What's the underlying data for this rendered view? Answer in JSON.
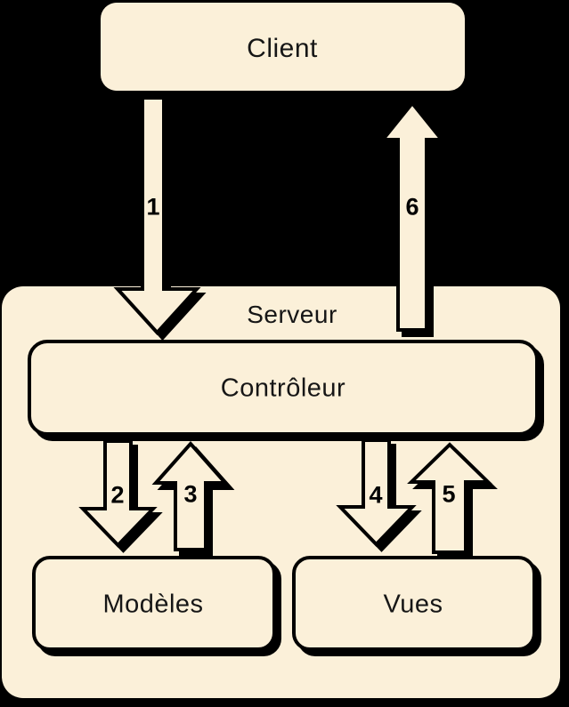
{
  "colors": {
    "background": "#000000",
    "box_fill": "#FBF0D9",
    "outline": "#000000",
    "text": "#161616"
  },
  "nodes": {
    "client": {
      "label": "Client"
    },
    "serveur": {
      "label": "Serveur"
    },
    "controleur": {
      "label": "Contrôleur"
    },
    "modeles": {
      "label": "Modèles"
    },
    "vues": {
      "label": "Vues"
    }
  },
  "arrows": [
    {
      "label": "1",
      "direction": "down",
      "from": "client",
      "to": "controleur"
    },
    {
      "label": "2",
      "direction": "down",
      "from": "controleur",
      "to": "modeles"
    },
    {
      "label": "3",
      "direction": "up",
      "from": "modeles",
      "to": "controleur"
    },
    {
      "label": "4",
      "direction": "down",
      "from": "controleur",
      "to": "vues"
    },
    {
      "label": "5",
      "direction": "up",
      "from": "vues",
      "to": "controleur"
    },
    {
      "label": "6",
      "direction": "up",
      "from": "serveur",
      "to": "client"
    }
  ]
}
